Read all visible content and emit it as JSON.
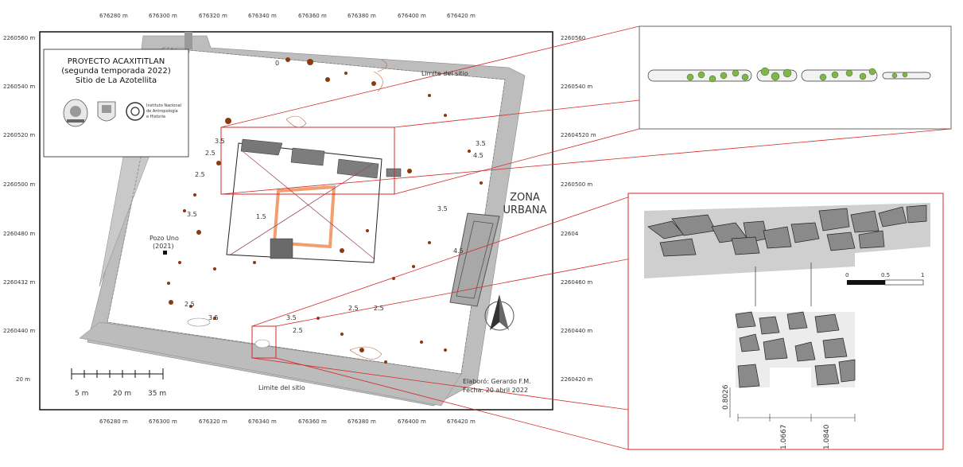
{
  "title": {
    "line1": "PROYECTO ACAXITITLAN",
    "line2": "(segunda temporada 2022)",
    "line3": "Sitio de La Azotellita",
    "inah_text": [
      "Instituto Nacional",
      "de Antropología",
      "e Historia"
    ]
  },
  "labels": {
    "zona": "ZONA",
    "urbana": "URBANA",
    "limite_top": "Limite del sitio",
    "limite_bottom": "Limite del sitio",
    "pozo_1": "Pozo Uno",
    "pozo_2": "(2021)"
  },
  "credits": {
    "author": "Elaboró: Gerardo F.M.",
    "date": "Fecha: 20 abril 2022"
  },
  "scale": {
    "label_1": "5 m",
    "label_2": "20 m",
    "label_3": "35 m"
  },
  "contours": [
    "3.5",
    "2.5",
    "2.5",
    "3.5",
    "2.5",
    "1.5",
    "3.5",
    "2.5",
    "3.5",
    "2.5",
    "4.5",
    "3.5",
    "3.5",
    "2.5",
    "0",
    "4.5"
  ],
  "detail_scale": {
    "start": "0",
    "mid": "0.5",
    "end": "1"
  },
  "dimensions": {
    "height": "0.8026",
    "width_1": "1.0667",
    "width_2": "1.0840"
  },
  "coords_top": [
    "676280 m",
    "676300 m",
    "676320 m",
    "676340 m",
    "676360 m",
    "676380 m",
    "676400 m",
    "676420 m"
  ],
  "coords_bottom": [
    "676280 m",
    "676300 m",
    "676320 m",
    "676340 m",
    "676360 m",
    "676380 m",
    "676400 m",
    "676420 m"
  ],
  "coords_left": [
    "2260560 m",
    "2260540 m",
    "2260520 m",
    "2260500 m",
    "2260480 m",
    "2260432 m",
    "2260440 m",
    "20 m"
  ],
  "coords_right": [
    "2260560",
    "2260540 m",
    "22604520 m",
    "2260500 m",
    "22604",
    "2260460 m",
    "2260440 m",
    "2260420 m"
  ],
  "colors": {
    "feature": "#8b3a0f",
    "orange": "#f0a070",
    "wall": "#a8a8a8",
    "red": "#d42a2a"
  }
}
